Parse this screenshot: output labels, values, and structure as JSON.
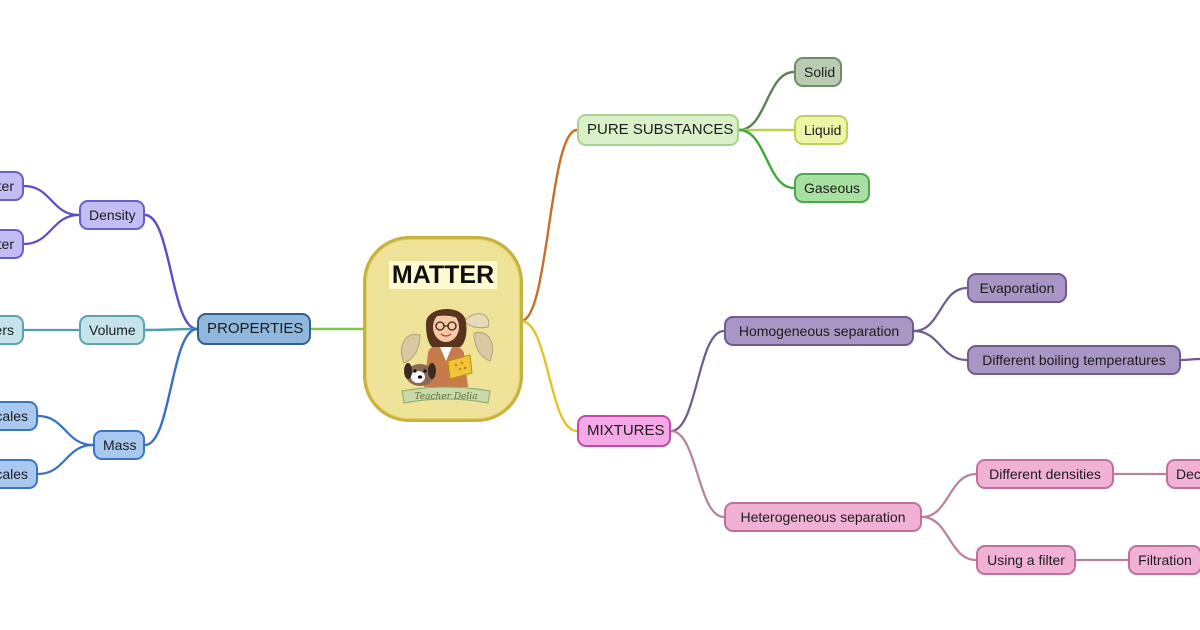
{
  "central": {
    "title": "MATTER",
    "logo_text": "Teacher Delia",
    "color": "#efe399",
    "border": "#c9b23b"
  },
  "branches": {
    "pure_substances": {
      "label": "PURE SUBSTANCES",
      "fill": "#d9f0c8",
      "border": "#a7d48c",
      "link": "#c5702a"
    },
    "solid": {
      "label": "Solid",
      "fill": "#b9ccb2",
      "border": "#6e8b6a",
      "link": "#5d7f57"
    },
    "liquid": {
      "label": "Liquid",
      "fill": "#eef5a6",
      "border": "#bfd05a",
      "link": "#b8d34a"
    },
    "gaseous": {
      "label": "Gaseous",
      "fill": "#a7e0a1",
      "border": "#4aa84a",
      "link": "#3ea83a"
    },
    "mixtures": {
      "label": "MIXTURES",
      "fill": "#f4a8e6",
      "border": "#c04aa8",
      "link": "#e2c32a"
    },
    "homogeneous": {
      "label": "Homogeneous separation",
      "fill": "#a896c4",
      "border": "#6f5a92",
      "link": "#6f5c8c"
    },
    "evaporation": {
      "label": "Evaporation",
      "fill": "#a896c4",
      "border": "#6f5a92",
      "link": "#6f5c8c"
    },
    "boiling": {
      "label": "Different boiling temperatures",
      "fill": "#a896c4",
      "border": "#6f5a92",
      "link": "#6f5c8c"
    },
    "heterogeneous": {
      "label": "Heterogeneous separation",
      "fill": "#f1b1d4",
      "border": "#c0709c",
      "link": "#b8839d"
    },
    "densities": {
      "label": "Different densities",
      "fill": "#f1b1d4",
      "border": "#c0709c",
      "link": "#b8839d"
    },
    "decantation": {
      "label": "Dec",
      "fill": "#f1b1d4",
      "border": "#c0709c",
      "link": "#b8839d"
    },
    "filter": {
      "label": "Using a filter",
      "fill": "#f1b1d4",
      "border": "#c0709c",
      "link": "#b8839d"
    },
    "filtration": {
      "label": "Filtration",
      "fill": "#f1b1d4",
      "border": "#c0709c",
      "link": "#b8839d"
    },
    "properties": {
      "label": "PROPERTIES",
      "fill": "#8fb8dc",
      "border": "#2f5f8f",
      "link": "#7ac94a"
    },
    "density": {
      "label": "Density",
      "fill": "#c2bdf3",
      "border": "#6a5fc6",
      "link": "#5a4fc4"
    },
    "density_a": {
      "label": "ter",
      "fill": "#c2bdf3",
      "border": "#6a5fc6",
      "link": "#5a4fc4"
    },
    "density_b": {
      "label": "ter",
      "fill": "#c2bdf3",
      "border": "#6a5fc6",
      "link": "#5a4fc4"
    },
    "volume": {
      "label": "Volume",
      "fill": "#c4e4ea",
      "border": "#5ea3b0",
      "link": "#4f9fb1"
    },
    "volume_a": {
      "label": "ers",
      "fill": "#c4e4ea",
      "border": "#5ea3b0",
      "link": "#4f9fb1"
    },
    "mass": {
      "label": "Mass",
      "fill": "#a9c8f0",
      "border": "#3a76c0",
      "link": "#3670bf"
    },
    "mass_a": {
      "label": "cales",
      "fill": "#a9c8f0",
      "border": "#3a76c0",
      "link": "#3670bf"
    },
    "mass_b": {
      "label": "cales",
      "fill": "#a9c8f0",
      "border": "#3a76c0",
      "link": "#3670bf"
    }
  }
}
